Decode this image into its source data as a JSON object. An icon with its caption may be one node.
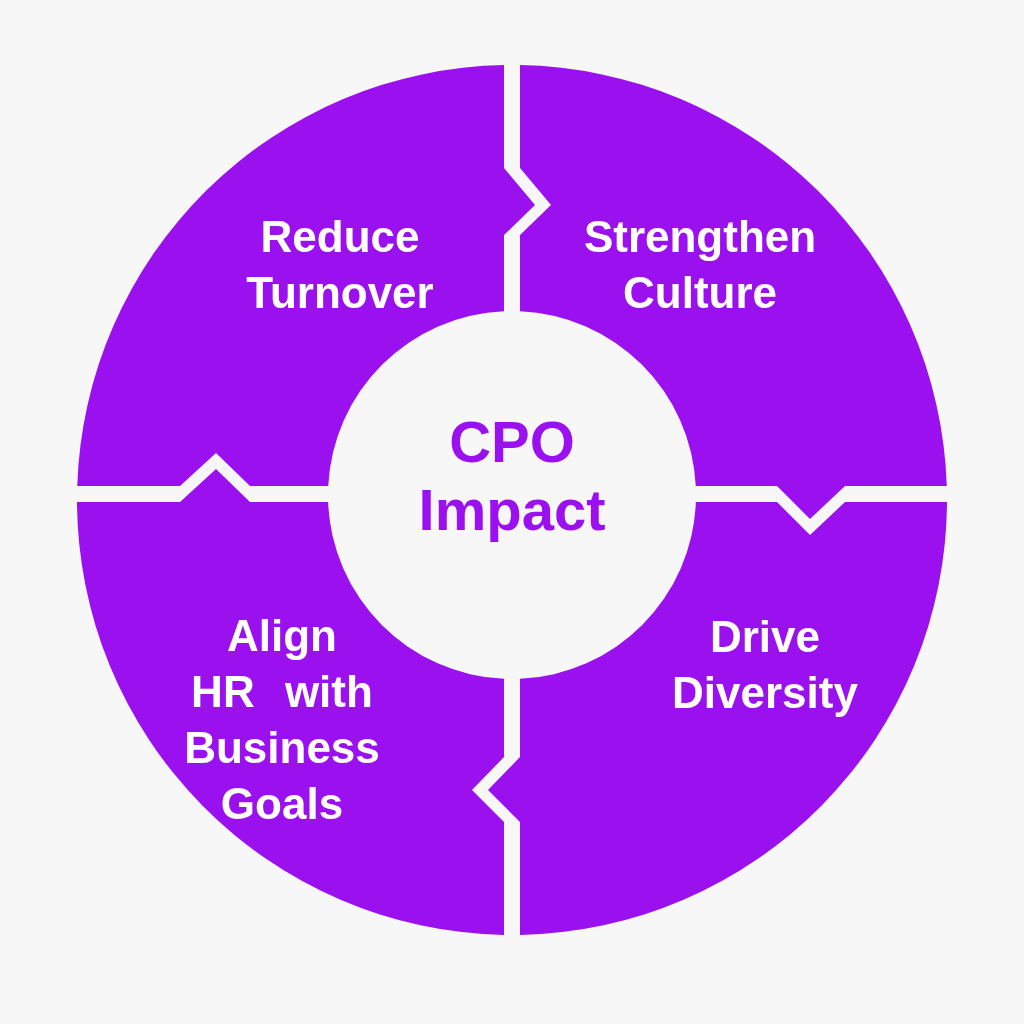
{
  "diagram": {
    "nodes": [
      {
        "text": [
          "Reduce Turnover"
        ]
      },
      {
        "text": [
          "Strengthen Culture"
        ]
      },
      {
        "text": [
          "CPO Impact"
        ]
      },
      {
        "text": [
          "Align HR with Business Goals"
        ]
      },
      {
        "text": [
          "Drive Diversity"
        ]
      }
    ]
  }
}
